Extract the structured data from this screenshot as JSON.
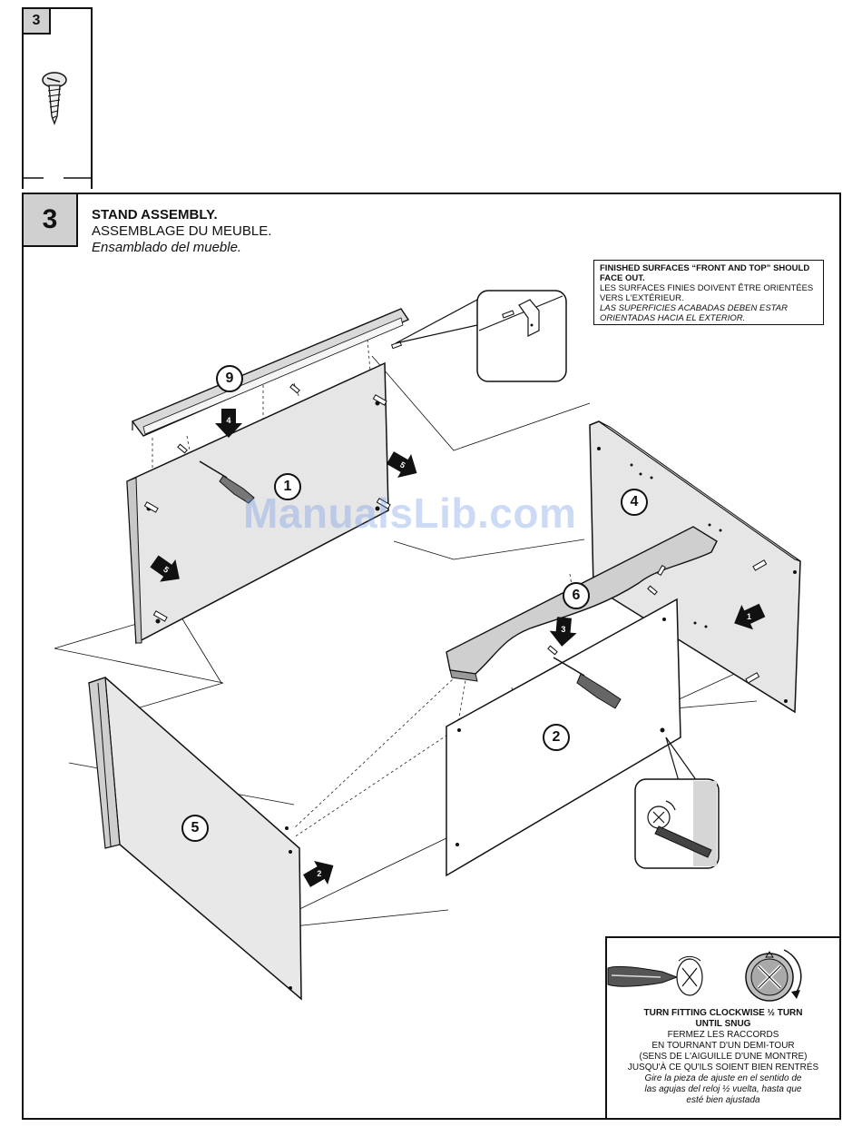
{
  "previous_step": {
    "number": "3"
  },
  "step": {
    "number": "3",
    "title_en": "STAND ASSEMBLY.",
    "title_fr": "ASSEMBLAGE DU MEUBLE.",
    "title_es": "Ensamblado del mueble."
  },
  "finish_note": {
    "line1": "FINISHED SURFACES “FRONT AND TOP” SHOULD",
    "line2": "FACE OUT.",
    "line3": "LES SURFACES FINIES DOIVENT ÊTRE ORIENTÉES",
    "line4": "VERS L'EXTÉRIEUR.",
    "line5": "LAS SUPERFICIES ACABADAS DEBEN ESTAR",
    "line6": "ORIENTADAS HACIA EL EXTERIOR."
  },
  "parts": {
    "p9": "9",
    "p1": "1",
    "p4": "4",
    "p6": "6",
    "p2": "2",
    "p5": "5"
  },
  "arrows": {
    "a4": "4",
    "a5a": "5",
    "a5b": "5",
    "a3": "3",
    "a1": "1",
    "a2": "2"
  },
  "fitting_note": {
    "line1": "TURN FITTING CLOCKWISE ½ TURN",
    "line2": "UNTIL SNUG",
    "line3": "FERMEZ LES RACCORDS",
    "line4": "EN TOURNANT D'UN DEMI-TOUR",
    "line5": "(SENS DE L'AIGUILLE D'UNE MONTRE)",
    "line6": "JUSQU'À CE QU'ILS SOIENT BIEN  RENTRÉS",
    "line7": "Gire la pieza de ajuste en el sentido de",
    "line8": "las agujas del reloj ½ vuelta, hasta que",
    "line9": "esté bien ajustada"
  },
  "watermark": "ManualsLib.com"
}
